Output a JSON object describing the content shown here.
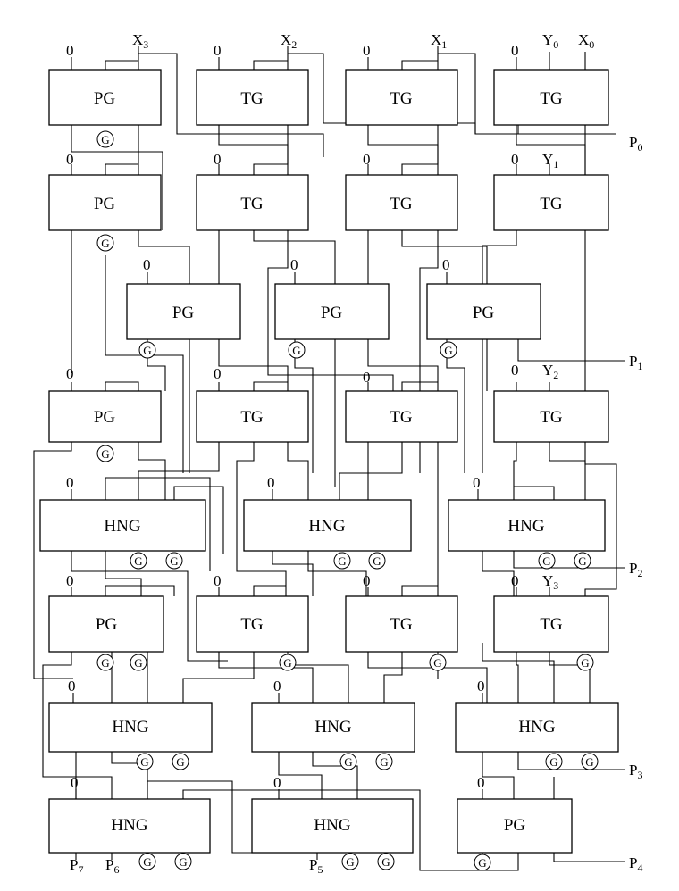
{
  "diagram": {
    "gates": {
      "r1": [
        "PG",
        "TG",
        "TG",
        "TG"
      ],
      "r2": [
        "PG",
        "TG",
        "TG",
        "TG"
      ],
      "r3": [
        "PG",
        "PG",
        "PG"
      ],
      "r4": [
        "PG",
        "TG",
        "TG",
        "TG"
      ],
      "r5": [
        "HNG",
        "HNG",
        "HNG"
      ],
      "r6": [
        "PG",
        "TG",
        "TG",
        "TG"
      ],
      "r7": [
        "HNG",
        "HNG",
        "HNG"
      ],
      "r8": [
        "HNG",
        "HNG",
        "PG"
      ]
    },
    "const_label": "0",
    "garbage_label": "G",
    "inputs": {
      "x3": "X",
      "x3_sub": "3",
      "x2": "X",
      "x2_sub": "2",
      "x1": "X",
      "x1_sub": "1",
      "x0": "X",
      "x0_sub": "0",
      "y0": "Y",
      "y0_sub": "0",
      "y1": "Y",
      "y1_sub": "1",
      "y2": "Y",
      "y2_sub": "2",
      "y3": "Y",
      "y3_sub": "3"
    },
    "outputs": {
      "p0": "P",
      "p0_sub": "0",
      "p1": "P",
      "p1_sub": "1",
      "p2": "P",
      "p2_sub": "2",
      "p3": "P",
      "p3_sub": "3",
      "p4": "P",
      "p4_sub": "4",
      "p5": "P",
      "p5_sub": "5",
      "p6": "P",
      "p6_sub": "6",
      "p7": "P",
      "p7_sub": "7"
    }
  }
}
